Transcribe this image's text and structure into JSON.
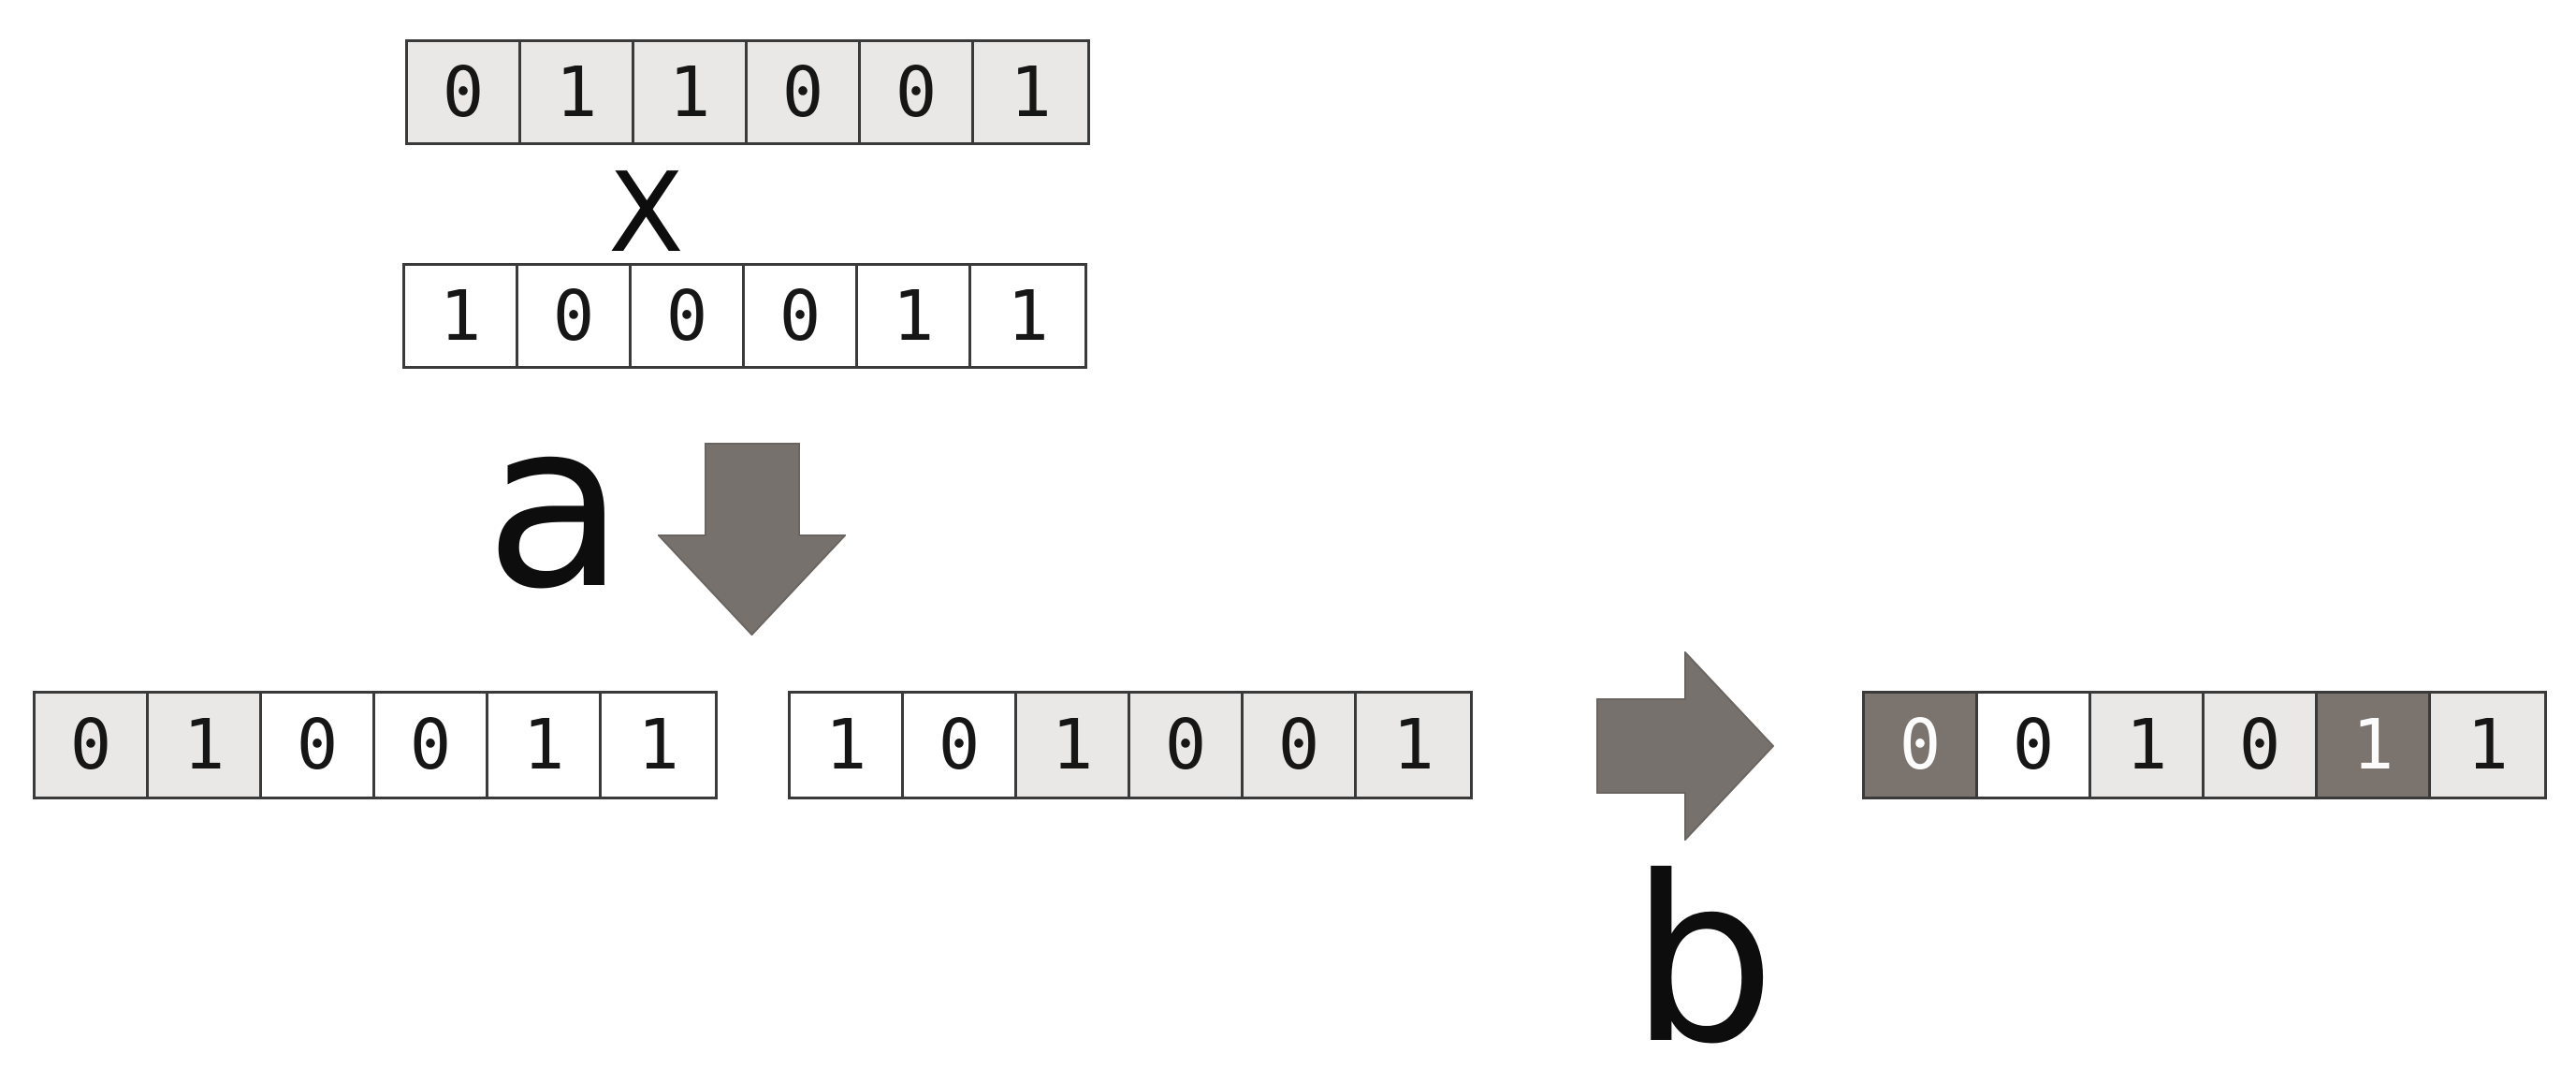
{
  "diagram": {
    "labels": {
      "crossover": "X",
      "step_a": "a",
      "step_b": "b"
    },
    "arrays": {
      "parent1": {
        "bits": [
          "0",
          "1",
          "1",
          "0",
          "0",
          "1"
        ],
        "shades": [
          "light",
          "light",
          "light",
          "light",
          "light",
          "light"
        ]
      },
      "parent2": {
        "bits": [
          "1",
          "0",
          "0",
          "0",
          "1",
          "1"
        ],
        "shades": [
          "white",
          "white",
          "white",
          "white",
          "white",
          "white"
        ]
      },
      "child1": {
        "bits": [
          "0",
          "1",
          "0",
          "0",
          "1",
          "1"
        ],
        "shades": [
          "light",
          "light",
          "white",
          "white",
          "white",
          "white"
        ]
      },
      "child2": {
        "bits": [
          "1",
          "0",
          "1",
          "0",
          "0",
          "1"
        ],
        "shades": [
          "white",
          "white",
          "light",
          "light",
          "light",
          "light"
        ]
      },
      "mutated": {
        "bits": [
          "0",
          "0",
          "1",
          "0",
          "1",
          "1"
        ],
        "shades": [
          "dark",
          "white",
          "light",
          "light",
          "dark",
          "light"
        ]
      }
    },
    "colors": {
      "cell_light": "#e9e8e6",
      "cell_white": "#ffffff",
      "cell_dark": "#7b736e",
      "cell_border": "#3a3a3a",
      "arrow_fill": "#77716d",
      "arrow_stroke": "#6b6561",
      "text": "#161616",
      "text_on_dark": "#fcfcfc"
    }
  }
}
